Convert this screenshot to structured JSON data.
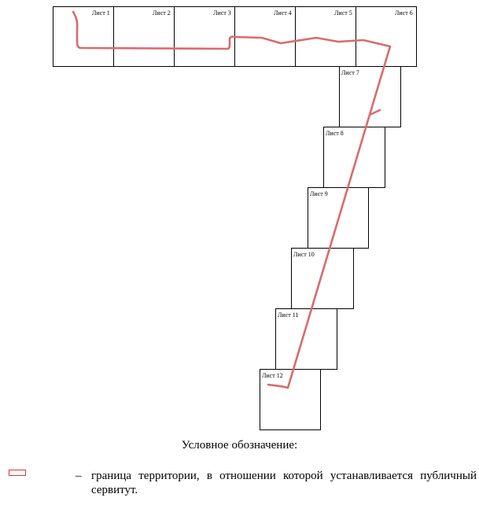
{
  "map": {
    "sheets": [
      "Лист 1",
      "Лист 2",
      "Лист 3",
      "Лист 4",
      "Лист 5",
      "Лист 6",
      "Лист 7",
      "Лист 8",
      "Лист 9",
      "Лист 10",
      "Лист 11",
      "Лист 12"
    ],
    "route_color": "#d96b6b"
  },
  "legend": {
    "heading": "Условное обозначение:",
    "dash": "–",
    "description": "граница территории, в отношении которой устанавливается публичный сервитут.",
    "swatch_color": "#e03030"
  }
}
